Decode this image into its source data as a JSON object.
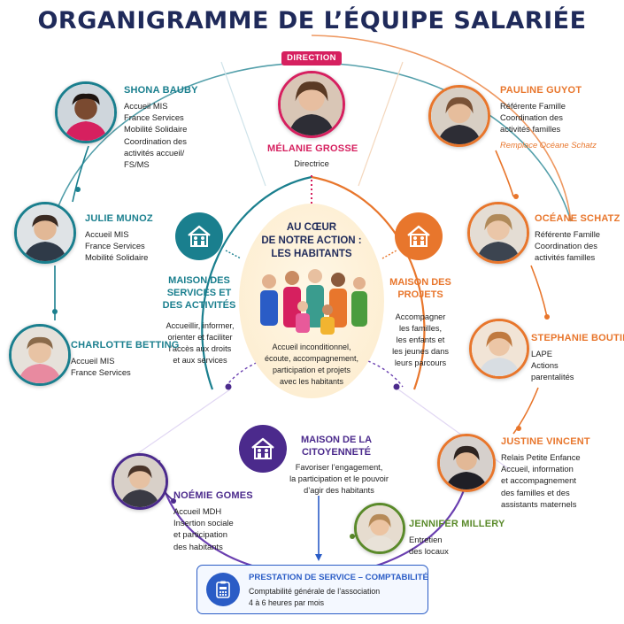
{
  "title": "ORGANIGRAMME DE L’ÉQUIPE SALARIÉE",
  "colors": {
    "teal": "#1a7f8e",
    "orange": "#e8762c",
    "pink": "#d6205f",
    "purple": "#4b2a8c",
    "green": "#5a8a2a",
    "navy": "#1f3a7a",
    "blue": "#2a5cc6"
  },
  "direction": {
    "badge": "DIRECTION",
    "name": "MÉLANIE GROSSE",
    "role": "Directrice"
  },
  "center": {
    "title_lines": [
      "AU CŒUR",
      "DE NOTRE ACTION :",
      "LES HABITANTS"
    ],
    "text_lines": [
      "Accueil inconditionnel,",
      "écoute, accompagnement,",
      "participation et projets",
      "avec les habitants"
    ]
  },
  "poles": {
    "services": {
      "icon": "house-family-icon",
      "title_lines": [
        "MAISON DES",
        "SERVICES ET",
        "DES ACTIVITÉS"
      ],
      "text_lines": [
        "Accueillir, informer,",
        "orienter et faciliter",
        "l’accès aux droits",
        "et aux services"
      ]
    },
    "projets": {
      "icon": "house-family-icon",
      "title_lines": [
        "MAISON DES",
        "PROJETS"
      ],
      "text_lines": [
        "Accompagner",
        "les familles,",
        "les enfants et",
        "les jeunes dans",
        "leurs parcours"
      ]
    },
    "citoyennete": {
      "icon": "house-family-icon",
      "title_lines": [
        "MAISON DE LA",
        "CITOYENNETÉ"
      ],
      "text_lines": [
        "Favoriser l’engagement,",
        "la participation et le pouvoir",
        "d’agir des habitants"
      ]
    }
  },
  "staff": {
    "shona": {
      "name": "SHONA BAUBY",
      "roles": [
        "Accueil MIS",
        "France Services",
        "Mobilité Solidaire",
        "Coordination des",
        "activités accueil/",
        "FS/MS"
      ]
    },
    "julie": {
      "name": "JULIE MUNOZ",
      "roles": [
        "Accueil MIS",
        "France Services",
        "Mobilité Solidaire"
      ]
    },
    "charlotte": {
      "name": "CHARLOTTE BETTING",
      "roles": [
        "Accueil MIS",
        "France Services"
      ]
    },
    "noemie": {
      "name": "NOÉMIE GOMES",
      "roles": [
        "Accueil MDH",
        "Insertion sociale",
        "et participation",
        "des habitants"
      ]
    },
    "pauline": {
      "name": "PAULINE GUYOT",
      "roles": [
        "Référente Famille",
        "Coordination des",
        "activités familles"
      ],
      "note": "Remplace Océane Schatz"
    },
    "oceane": {
      "name": "OCÉANE SCHATZ",
      "roles": [
        "Référente Famille",
        "Coordination des",
        "activités familles"
      ]
    },
    "stephanie": {
      "name": "STEPHANIE BOUTIN",
      "roles": [
        "LAPE",
        "Actions",
        "parentalités"
      ]
    },
    "justine": {
      "name": "JUSTINE VINCENT",
      "roles": [
        "Relais Petite Enfance",
        "Accueil, information",
        "et accompagnement",
        "des familles et des",
        "assistants maternels"
      ]
    },
    "jennifer": {
      "name": "JENNIFER MILLERY",
      "roles": [
        "Entretien",
        "des locaux"
      ]
    }
  },
  "compta": {
    "icon": "clipboard-calculator-icon",
    "title": "PRESTATION DE SERVICE – COMPTABILITÉ",
    "text_lines": [
      "Comptabilité générale de l’association",
      "4 à 6 heures par mois"
    ]
  }
}
